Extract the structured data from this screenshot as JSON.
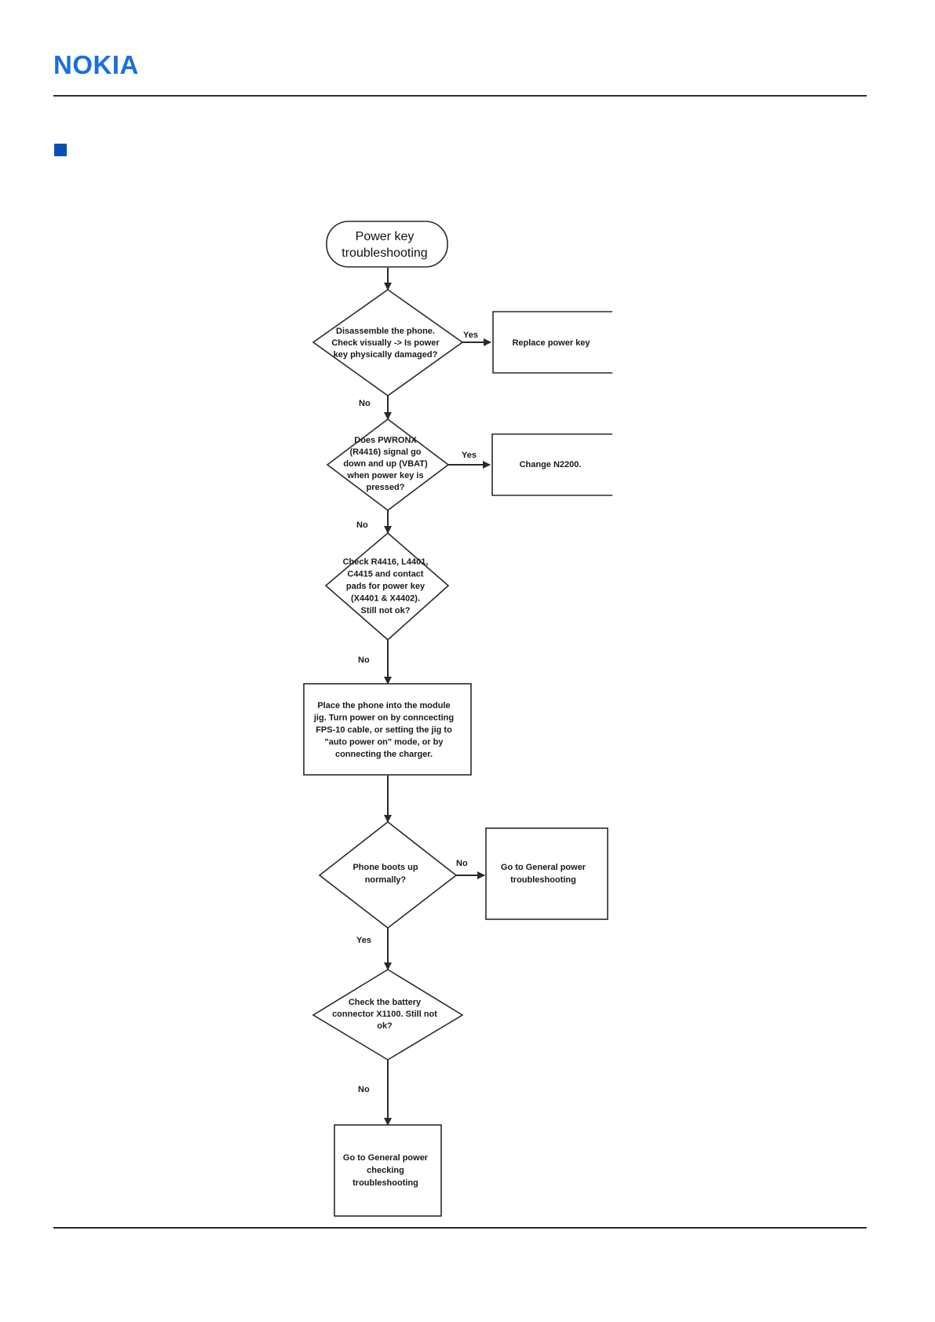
{
  "header": {
    "logo_text": "NOKIA"
  },
  "nodes": {
    "start": {
      "lines": [
        "Power key",
        "troubleshooting"
      ]
    },
    "d1": {
      "lines": [
        "Disassemble the phone.",
        "Check visually -> Is power",
        "key physically damaged?"
      ]
    },
    "r1": {
      "lines": [
        "Replace power key"
      ]
    },
    "d2": {
      "lines": [
        "Does PWRONX",
        "(R4416) signal go",
        "down and up (VBAT)",
        "when power key is",
        "pressed?"
      ]
    },
    "r2": {
      "lines": [
        "Change N2200."
      ]
    },
    "d3": {
      "lines": [
        "Check R4416, L4401,",
        "C4415 and contact",
        "pads for power key",
        "(X4401 & X4402).",
        "Still not ok?"
      ]
    },
    "p1": {
      "lines": [
        "Place the phone into the module",
        "jig. Turn power on by conncecting",
        "FPS-10 cable, or setting the jig to",
        "\"auto power on\" mode, or by",
        "connecting the charger."
      ]
    },
    "d4": {
      "lines": [
        "Phone boots up",
        "normally?"
      ]
    },
    "r3": {
      "lines": [
        "Go to General power",
        "troubleshooting"
      ]
    },
    "d5": {
      "lines": [
        "Check the battery",
        "connector X1100. Still not",
        "ok?"
      ]
    },
    "end": {
      "lines": [
        "Go to General power",
        "checking",
        "troubleshooting"
      ]
    }
  },
  "edge_labels": {
    "d1_yes": "Yes",
    "d1_no": "No",
    "d2_yes": "Yes",
    "d2_no": "No",
    "d3_no": "No",
    "d4_no": "No",
    "d4_yes": "Yes",
    "d5_no": "No"
  },
  "colors": {
    "logo": "#1a6fe0",
    "square": "#0a4fb5",
    "stroke": "#2a2a2a"
  }
}
